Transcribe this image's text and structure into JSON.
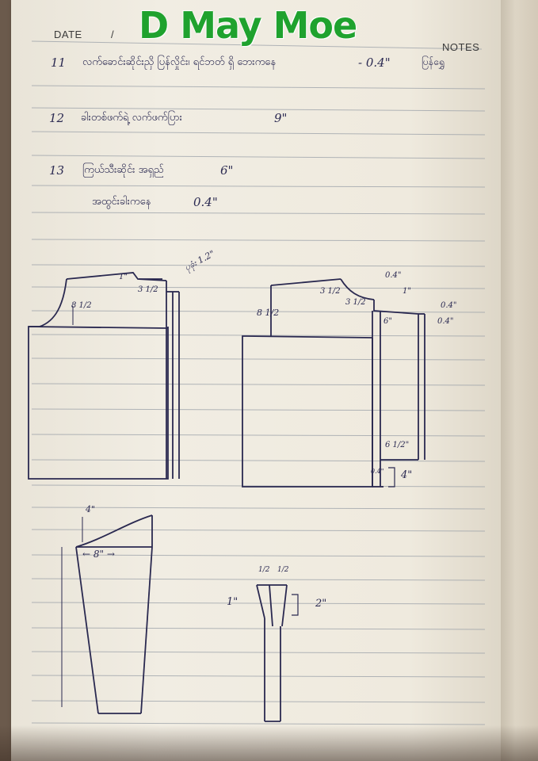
{
  "watermark": {
    "text": "D May Moe"
  },
  "header": {
    "date_label": "DATE",
    "date_sep": "/",
    "notes_label": "NOTES"
  },
  "notes": {
    "n11": {
      "num": "11",
      "text": "လက်ခောင်းဆိုင်းညှိ ပြန်လှိုင်း၊ ရင်ဘတ် ရှိ ဘေးကနေ",
      "value": "- 0.4\"",
      "tail": "ပြန်ရွှေ"
    },
    "n12": {
      "num": "12",
      "text": "ခါးတစ်ဖက်ရဲ့ လက်ဖက်ပြား",
      "value": "9\""
    },
    "n13": {
      "num": "13",
      "text": "ကြယ်သီးဆိုင်း အရှည်",
      "value": "6\"",
      "line2": "အထွင်းခါးကနေ",
      "value2": "0.4\""
    }
  },
  "diagrams": {
    "left_bodice": {
      "shoulder": "1\"",
      "neck": "3 1/2",
      "height": "8 1/2",
      "label": "ပုခုံး 1.2\""
    },
    "right_bodice": {
      "neck_top": "3 1/2",
      "neck_bottom": "3 1/2",
      "height": "8 1/2",
      "d1": "0.4\"",
      "d2": "1\"",
      "d3": "0.4\"",
      "d4": "0.4\"",
      "w": "6\"",
      "bottom": "6 1/2\"",
      "small": "0.4\"",
      "side": "4\""
    },
    "sleeve": {
      "top": "4\"",
      "width": "← 8\" →"
    },
    "strip": {
      "l1": "1/2",
      "l2": "1/2",
      "left": "1\"",
      "right": "2\""
    }
  }
}
